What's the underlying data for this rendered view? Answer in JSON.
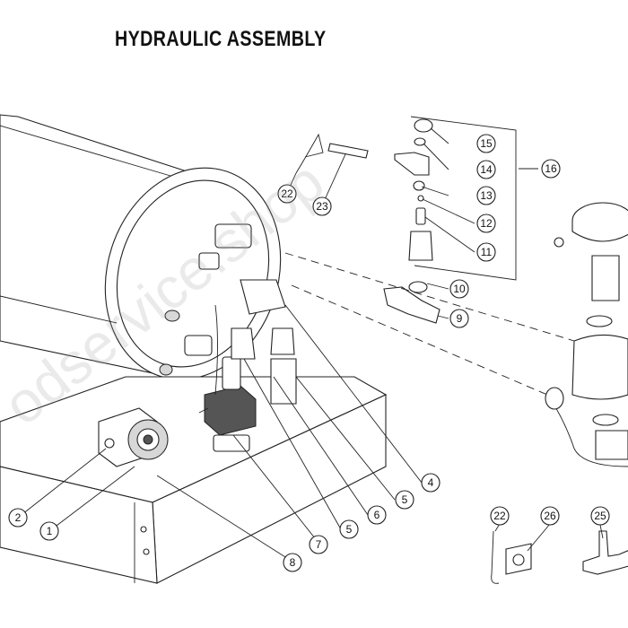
{
  "title": "HYDRAULIC ASSEMBLY",
  "watermark": "odservice.shop",
  "callouts": [
    "1",
    "2",
    "4",
    "5",
    "5",
    "6",
    "7",
    "8",
    "9",
    "10",
    "11",
    "12",
    "13",
    "14",
    "15",
    "16",
    "22",
    "22",
    "23",
    "25",
    "26"
  ]
}
